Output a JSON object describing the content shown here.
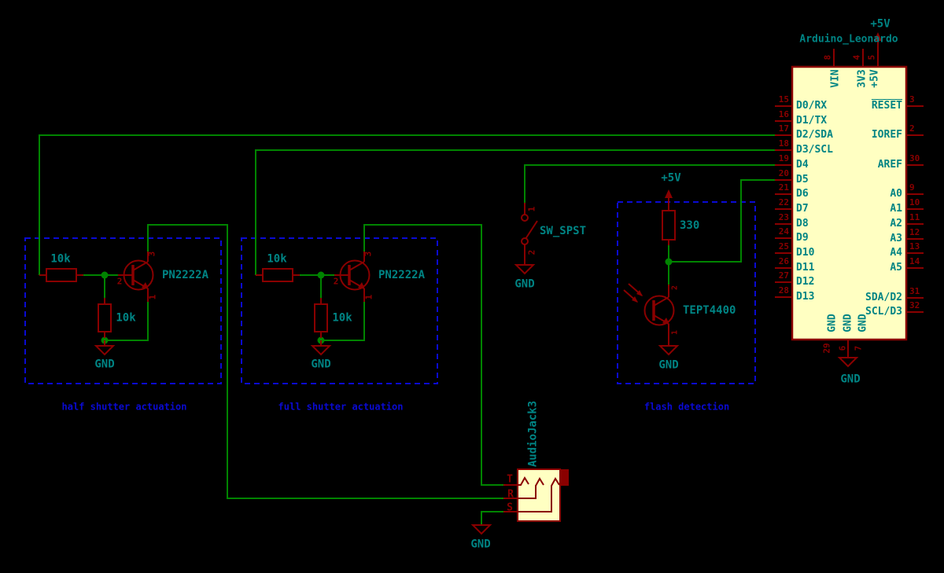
{
  "schematic": {
    "arduino": {
      "title": "Arduino_Leonardo",
      "power_top_label": "+5V",
      "power_bottom_label": "GND",
      "top_pins": [
        {
          "num": "8",
          "name": "VIN"
        },
        {
          "num": "4",
          "name": "3V3"
        },
        {
          "num": "5",
          "name": "+5V"
        }
      ],
      "bottom_pins": [
        {
          "num": "29",
          "name": "GND"
        },
        {
          "num": "6",
          "name": "GND"
        },
        {
          "num": "7",
          "name": "GND"
        }
      ],
      "left_pins": [
        {
          "num": "15",
          "name": "D0/RX"
        },
        {
          "num": "16",
          "name": "D1/TX"
        },
        {
          "num": "17",
          "name": "D2/SDA"
        },
        {
          "num": "18",
          "name": "D3/SCL"
        },
        {
          "num": "19",
          "name": "D4"
        },
        {
          "num": "20",
          "name": "D5"
        },
        {
          "num": "21",
          "name": "D6"
        },
        {
          "num": "22",
          "name": "D7"
        },
        {
          "num": "23",
          "name": "D8"
        },
        {
          "num": "24",
          "name": "D9"
        },
        {
          "num": "25",
          "name": "D10"
        },
        {
          "num": "26",
          "name": "D11"
        },
        {
          "num": "27",
          "name": "D12"
        },
        {
          "num": "28",
          "name": "D13"
        }
      ],
      "right_pins": [
        {
          "num": "3",
          "name": "RESET"
        },
        {
          "num": "2",
          "name": "IOREF"
        },
        {
          "num": "30",
          "name": "AREF"
        },
        {
          "num": "9",
          "name": "A0"
        },
        {
          "num": "10",
          "name": "A1"
        },
        {
          "num": "11",
          "name": "A2"
        },
        {
          "num": "12",
          "name": "A3"
        },
        {
          "num": "13",
          "name": "A4"
        },
        {
          "num": "14",
          "name": "A5"
        },
        {
          "num": "31",
          "name": "SDA/D2"
        },
        {
          "num": "32",
          "name": "SCL/D3"
        }
      ]
    },
    "half_shutter": {
      "caption": "half shutter actuation",
      "r_base": "10k",
      "r_pull": "10k",
      "transistor": "PN2222A",
      "gnd": "GND",
      "pin_base": "2",
      "pin_collector": "3",
      "pin_emitter": "1"
    },
    "full_shutter": {
      "caption": "full shutter actuation",
      "r_base": "10k",
      "r_pull": "10k",
      "transistor": "PN2222A",
      "gnd": "GND",
      "pin_base": "2",
      "pin_collector": "3",
      "pin_emitter": "1"
    },
    "flash": {
      "caption": "flash detection",
      "power": "+5V",
      "resistor": "330",
      "transistor": "TEPT4400",
      "gnd": "GND",
      "pin_top": "2",
      "pin_bottom": "1"
    },
    "switch": {
      "value": "SW_SPST",
      "pin1": "1",
      "pin2": "2",
      "gnd": "GND"
    },
    "audio_jack": {
      "value": "AudioJack3",
      "pin_t": "T",
      "pin_r": "R",
      "pin_s": "S",
      "gnd": "GND"
    },
    "colors": {
      "wire": "#008400",
      "component": "#8a0000",
      "text": "#008484",
      "note": "#0a0ad2",
      "body_fill": "#FFFFC2",
      "background": "#000000"
    }
  }
}
